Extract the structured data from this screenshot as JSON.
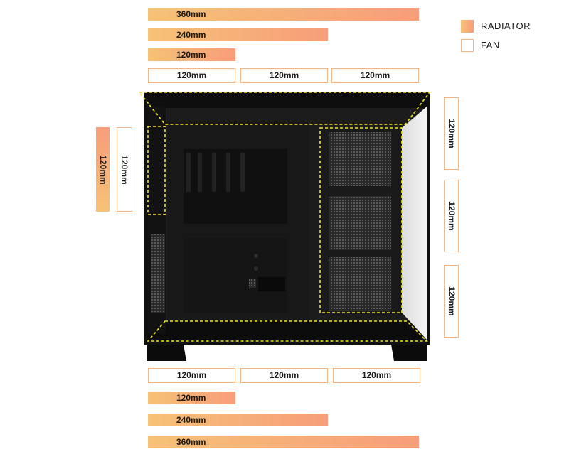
{
  "legend": {
    "radiator": "RADIATOR",
    "fan": "FAN"
  },
  "colors": {
    "radiator_start": "#f6c277",
    "radiator_end": "#f79d7a",
    "fan_border": "#f4b684",
    "highlight": "#f2e51c"
  },
  "top": {
    "radiators": [
      "360mm",
      "240mm",
      "120mm"
    ],
    "fans": [
      "120mm",
      "120mm",
      "120mm"
    ]
  },
  "bottom": {
    "fans": [
      "120mm",
      "120mm",
      "120mm"
    ],
    "radiators": [
      "120mm",
      "240mm",
      "360mm"
    ]
  },
  "rear": {
    "radiator": "120mm",
    "fan": "120mm"
  },
  "side": {
    "fans": [
      "120mm",
      "120mm",
      "120mm"
    ]
  }
}
